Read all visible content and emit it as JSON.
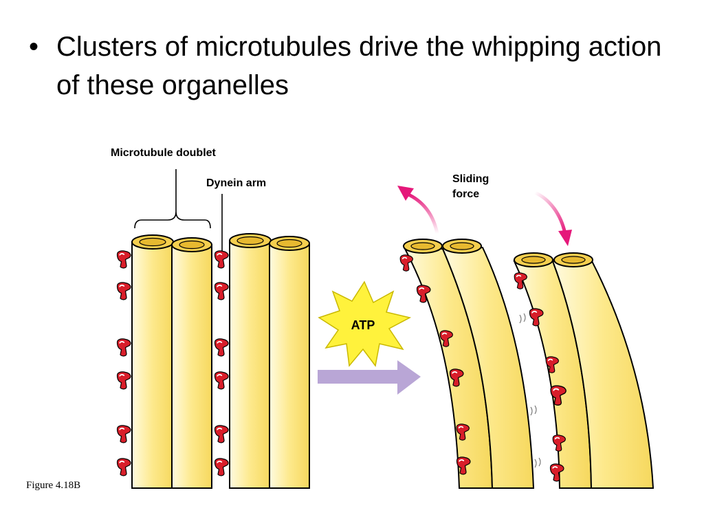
{
  "slide": {
    "bullet_text": "Clusters of microtubules drive the whipping action of these organelles",
    "bullet_symbol": "•"
  },
  "diagram": {
    "labels": {
      "microtubule_doublet": "Microtubule doublet",
      "dynein_arm": "Dynein arm",
      "sliding_force_line1": "Sliding",
      "sliding_force_line2": "force",
      "atp": "ATP"
    },
    "colors": {
      "tubule_fill": "#fbe88a",
      "tubule_light": "#fffbe0",
      "tubule_outline": "#000000",
      "dynein": "#d81e2a",
      "atp_burst": "#fff23c",
      "transition_arrow": "#b9a6d6",
      "force_arrow": "#e5187a"
    }
  },
  "figure_caption": "Figure 4.18B"
}
